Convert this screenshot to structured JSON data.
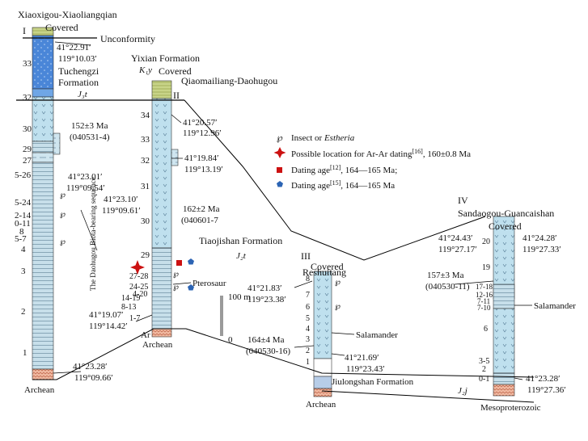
{
  "sections": {
    "s1": {
      "roman": "I",
      "name": "Xiaoxigou-Xiaoliangqian",
      "covered": "Covered",
      "unconformity": "Unconformity",
      "coord": [
        "41°22.91′",
        "119°10.03′"
      ]
    },
    "s2": {
      "roman": "II",
      "name": "Qiaomailiang-Daohugou",
      "covered": "Covered",
      "coord": [
        "41°20.57′",
        "119°12.96′"
      ]
    },
    "s3": {
      "roman": "III",
      "name": "Reshuitang",
      "covered": "Covered"
    },
    "s4": {
      "roman": "IV",
      "name": "Sandaogou-Guancaishan",
      "covered": "Covered"
    }
  },
  "formations": {
    "yixian": "Yixian Formation",
    "yixian_sym": "K₁y",
    "tuchengzi": [
      "Tuchengzi",
      "Formation"
    ],
    "tuchengzi_sym": "J₃t",
    "tiaojishan": "Tiaojishan Formation",
    "tiaojishan_sym": "J₂t",
    "jiulongshan": "Jiulongshan Formation",
    "jiulongshan_sym": "J₂j",
    "archean": "Archean",
    "ar": "Ar",
    "meso": "Mesoproterozoic",
    "daohugou_seq": "The Daohugou Biota-bearing sequence"
  },
  "legend": {
    "insect": "Insect or ",
    "insect_it": "Estheria",
    "star": "Possible location for Ar-Ar dating",
    "star_ref": "[16]",
    "star_age": ", 160±0.8 Ma",
    "red": "Dating age",
    "red_ref": "[12]",
    "red_age": ", 164—165 Ma;",
    "blue": "Dating age",
    "blue_ref": "[15]",
    "blue_age": ", 164—165 Ma"
  },
  "colors": {
    "blue": "#4a86d8",
    "pale_blue": "#bfe0ee",
    "olive": "#c8d488",
    "archean": "#f0b8a0",
    "red": "#cc1111",
    "pentagon": "#2c64b4"
  },
  "scale": {
    "top": "100 m",
    "bottom": "0"
  },
  "col1_labels": [
    "I",
    "33",
    "32",
    "30",
    "29",
    "27",
    "5-26",
    "5-24",
    "2-14",
    "0-11",
    "8",
    "5-7",
    "4",
    "3",
    "2",
    "1"
  ],
  "col2_labels": [
    "34",
    "33",
    "32",
    "31",
    "30",
    "29",
    "27-28",
    "24-25",
    "4-20",
    "14-19",
    "8-13",
    "1-7"
  ],
  "col3_labels": [
    "8",
    "7",
    "6",
    "5",
    "4",
    "3",
    "2",
    "1"
  ],
  "col4_labels": [
    "20",
    "19",
    "17-18",
    "12-16",
    "7-11",
    "7-10",
    "6",
    "3-5",
    "2",
    "0-1"
  ],
  "ages": {
    "a152": [
      "152±3 Ma",
      "(040531-4)"
    ],
    "a162": [
      "162±2 Ma",
      "(040601-7"
    ],
    "a164": [
      "164±4 Ma",
      "(040530-16)"
    ],
    "a157": [
      "157±3 Ma",
      "(040530-11)"
    ]
  },
  "coords": {
    "c1a": [
      "41°23.01′",
      "119°09.54′"
    ],
    "c1b": [
      "41°23.28′",
      "119°09.66′"
    ],
    "c2a": [
      "41°19.84′",
      "119°13.19′"
    ],
    "c2b": [
      "41°23.10′",
      "119°09.61′"
    ],
    "c2c": [
      "41°19.07′",
      "119°14.42′"
    ],
    "c3a": [
      "41°21.83′",
      "119°23.38′"
    ],
    "c3b": [
      "41°21.69′",
      "119°23.43′"
    ],
    "c4a": [
      "41°24.43′",
      "119°27.17′"
    ],
    "c4b": [
      "41°24.28′",
      "119°27.33′"
    ],
    "c4c": [
      "41°23.28′",
      "119°27.36′"
    ]
  },
  "fossils": {
    "pterosaur": "Pterosaur",
    "salamander": "Salamander"
  }
}
